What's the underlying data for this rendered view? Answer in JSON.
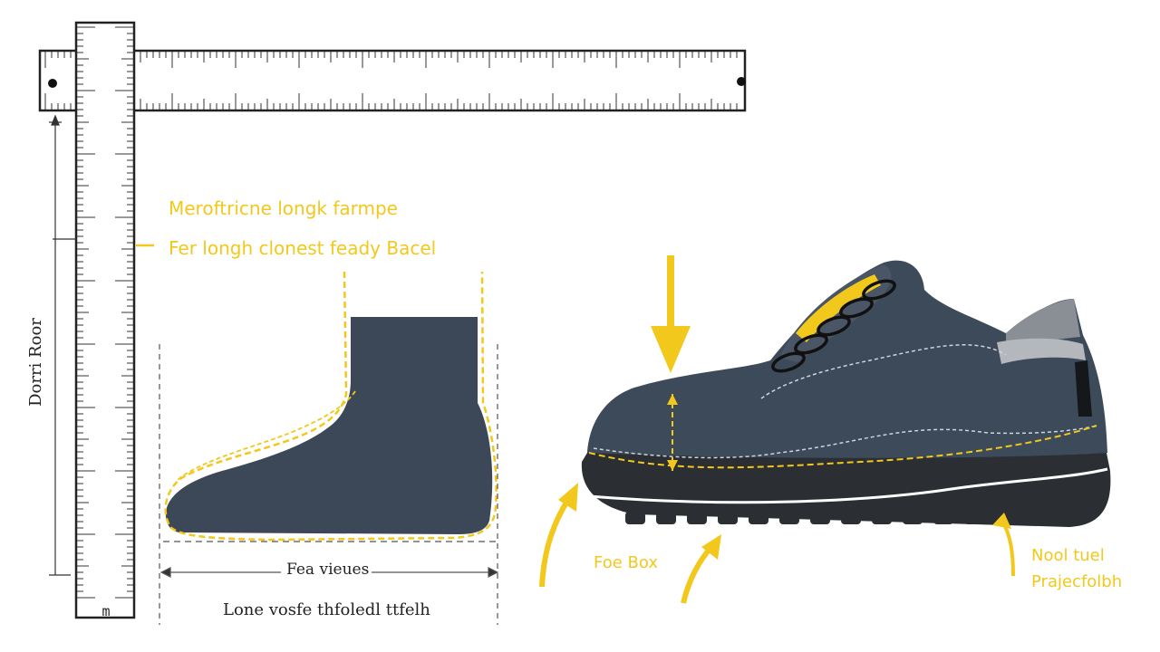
{
  "labels": {
    "top_line1": "Meroftricne longk farmpe",
    "top_line2": "Fer longh clonest feady Bacel",
    "foot_width": "Fea vieues",
    "bottom": "Lone vosfe thfoledl ttfelh",
    "toe_box": "Foe Box",
    "right_line1": "Nool tuel",
    "right_line2": "Prajecfolbh",
    "side": "Dorri Roor"
  },
  "ruler_mark": "m",
  "colors": {
    "accent_yellow": "#f2c81c",
    "shoe_body": "#3d4a5a",
    "foot_fill": "#3c4858",
    "sole": "#2b2f34"
  }
}
